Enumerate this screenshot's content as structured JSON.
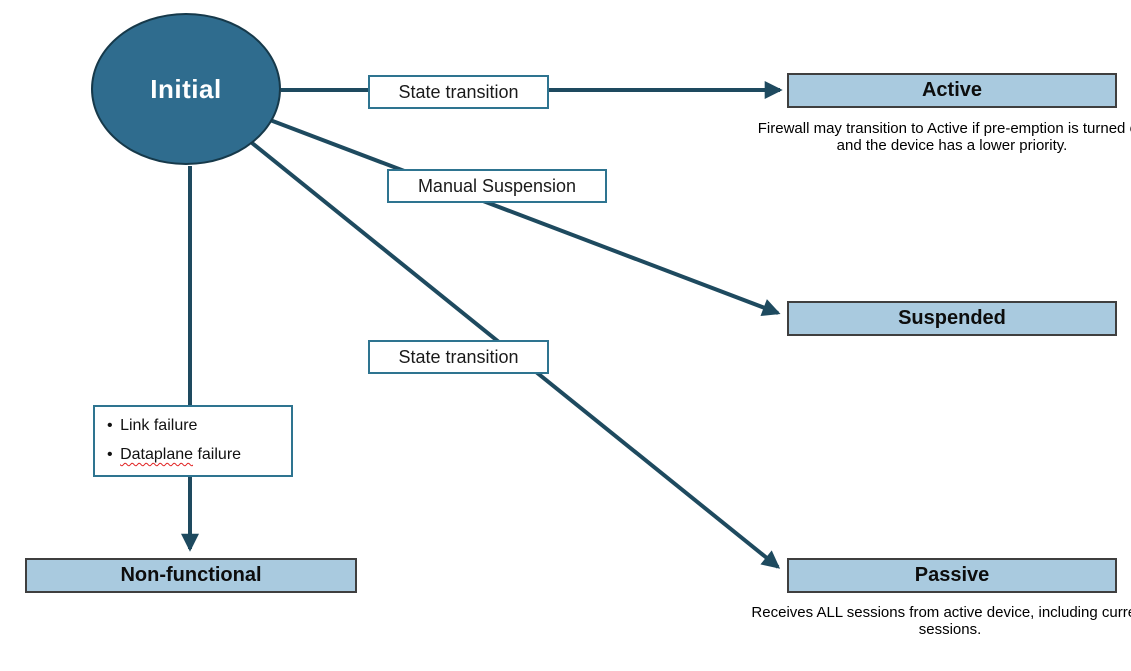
{
  "colors": {
    "ellipse_fill": "#2F6C8E",
    "ellipse_border": "#16394a",
    "state_fill": "#A9CADF",
    "state_border": "#3f3f3f",
    "label_border": "#2E7490",
    "arrow": "#1E4A5F",
    "note_text": "#000000"
  },
  "nodes": {
    "initial": {
      "label": "Initial"
    },
    "active": {
      "label": "Active",
      "note": "Firewall may transition to Active if pre-emption is turned on and the device has a lower priority."
    },
    "suspended": {
      "label": "Suspended"
    },
    "passive": {
      "label": "Passive",
      "note": "Receives ALL sessions from active device, including current sessions."
    },
    "non_functional": {
      "label": "Non-functional"
    }
  },
  "edges": {
    "initial_to_active": {
      "label": "State transition"
    },
    "initial_to_suspended": {
      "label": "Manual Suspension"
    },
    "initial_to_passive": {
      "label": "State transition"
    },
    "initial_to_non_functional": {
      "bullets": [
        {
          "text": "Link failure"
        },
        {
          "misspelled": "Dataplane",
          "rest": " failure"
        }
      ]
    }
  }
}
